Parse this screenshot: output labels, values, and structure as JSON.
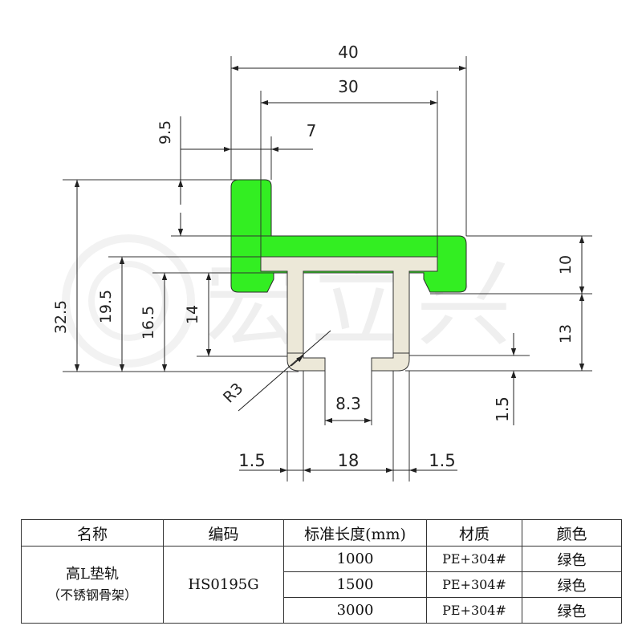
{
  "watermark": {
    "text": "宏立兴"
  },
  "dimensions": {
    "d40": "40",
    "d30": "30",
    "d9_5": "9.5",
    "d7": "7",
    "d32_5": "32.5",
    "d19_5": "19.5",
    "d16_5": "16.5",
    "d14": "14",
    "d10": "10",
    "d13": "13",
    "d1_5_right": "1.5",
    "dR3": "R3",
    "d8_3": "8.3",
    "d1_5_left": "1.5",
    "d18": "18",
    "d1_5_mid": "1.5"
  },
  "colors": {
    "rail_green": "#33ee22",
    "steel_core": "#ece8d8",
    "line": "#333333"
  },
  "table": {
    "headers": [
      "名称",
      "编码",
      "标准长度(mm)",
      "材质",
      "颜色"
    ],
    "name_line1": "高L垫轨",
    "name_line2": "（不锈钢骨架）",
    "code": "HS0195G",
    "rows": [
      {
        "length": "1000",
        "material": "PE+304#",
        "color": "绿色"
      },
      {
        "length": "1500",
        "material": "PE+304#",
        "color": "绿色"
      },
      {
        "length": "3000",
        "material": "PE+304#",
        "color": "绿色"
      }
    ]
  }
}
